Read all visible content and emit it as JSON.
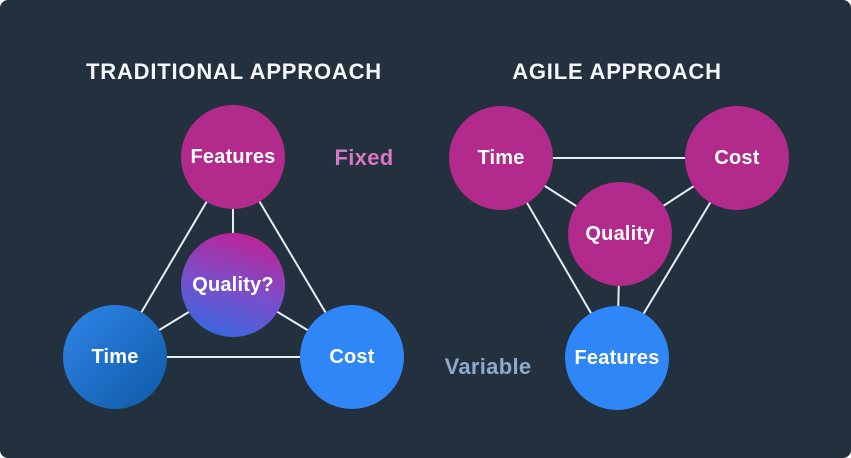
{
  "colors": {
    "background": "#23303e",
    "heading_text": "#f4f6f8",
    "node_magenta": "#b12a8c",
    "node_blue": "#2e86f7",
    "time_gradient_start": "#2f85ea",
    "time_gradient_end": "#0e59a6",
    "quality_gradient_top": "#c41f92",
    "quality_gradient_mid": "#7b4ec9",
    "quality_gradient_bottom": "#2e6ce4",
    "connector_line": "#e8eef4",
    "fixed_text": "#d878c4",
    "variable_text": "#8ea9cb"
  },
  "traditional": {
    "title": "TRADITIONAL APPROACH",
    "annotation": "Fixed",
    "nodes": {
      "features": "Features",
      "quality": "Quality?",
      "time": "Time",
      "cost": "Cost"
    }
  },
  "agile": {
    "title": "AGILE APPROACH",
    "annotation": "Variable",
    "nodes": {
      "time": "Time",
      "cost": "Cost",
      "quality": "Quality",
      "features": "Features"
    }
  }
}
